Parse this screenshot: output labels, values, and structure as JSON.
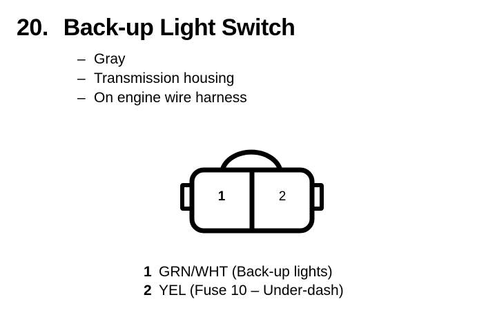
{
  "heading": {
    "number": "20.",
    "title": "Back-up Light Switch"
  },
  "specs": {
    "dash": "–",
    "items": [
      {
        "text": "Gray"
      },
      {
        "text": "Transmission housing"
      },
      {
        "text": "On engine wire harness"
      }
    ]
  },
  "connector": {
    "pins": [
      {
        "number": "1"
      },
      {
        "number": "2"
      }
    ],
    "stroke_color": "#000000",
    "fill_color": "#ffffff"
  },
  "legend": {
    "rows": [
      {
        "number": "1",
        "description": "GRN/WHT (Back-up lights)"
      },
      {
        "number": "2",
        "description": "YEL (Fuse 10 – Under-dash)"
      }
    ]
  }
}
